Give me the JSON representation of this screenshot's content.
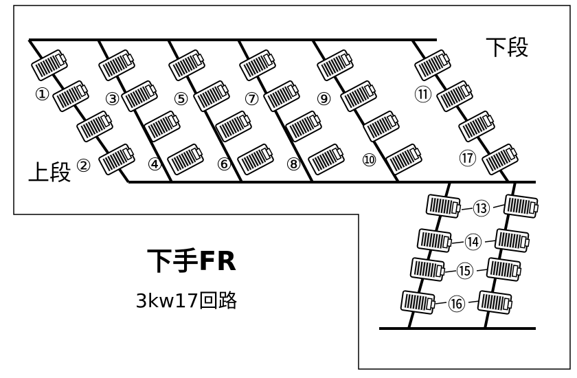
{
  "title": "下手FR",
  "subtitle": "3kw17回路",
  "labels": {
    "upper_tier": "上段",
    "lower_tier": "下段"
  },
  "circuits": [
    "①",
    "②",
    "③",
    "④",
    "⑤",
    "⑥",
    "⑦",
    "⑧",
    "⑨",
    "⑩",
    "⑪",
    "⑰",
    "⑬",
    "⑭",
    "⑮",
    "⑯"
  ],
  "colors": {
    "line": "#000000",
    "background": "#ffffff"
  }
}
